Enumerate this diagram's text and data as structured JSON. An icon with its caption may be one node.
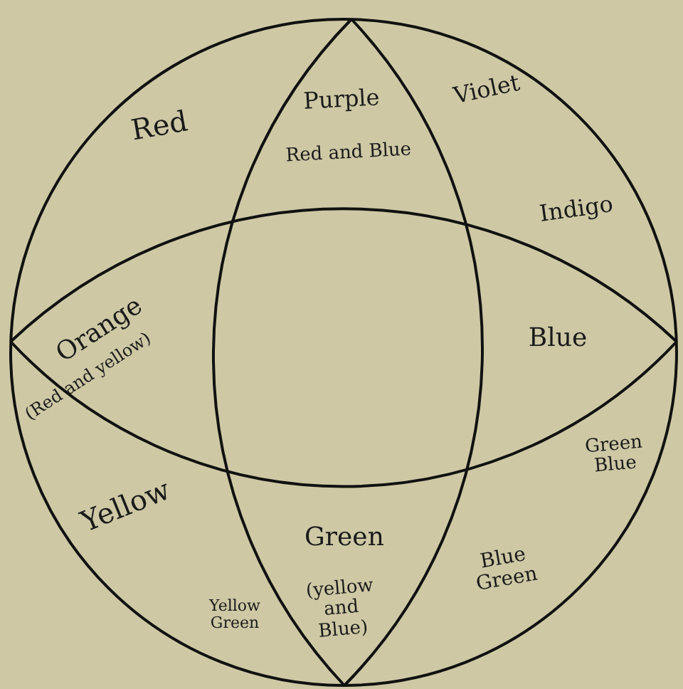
{
  "diagram": {
    "labels": [
      "Red",
      "Purple",
      "Red and Blue",
      "Violet",
      "Indigo",
      "Orange",
      "(Red and yellow)",
      "Blue",
      "Green Blue",
      "Yellow",
      "Green",
      "(yellow and Blue)",
      "Blue Green",
      "Yellow Green"
    ]
  }
}
